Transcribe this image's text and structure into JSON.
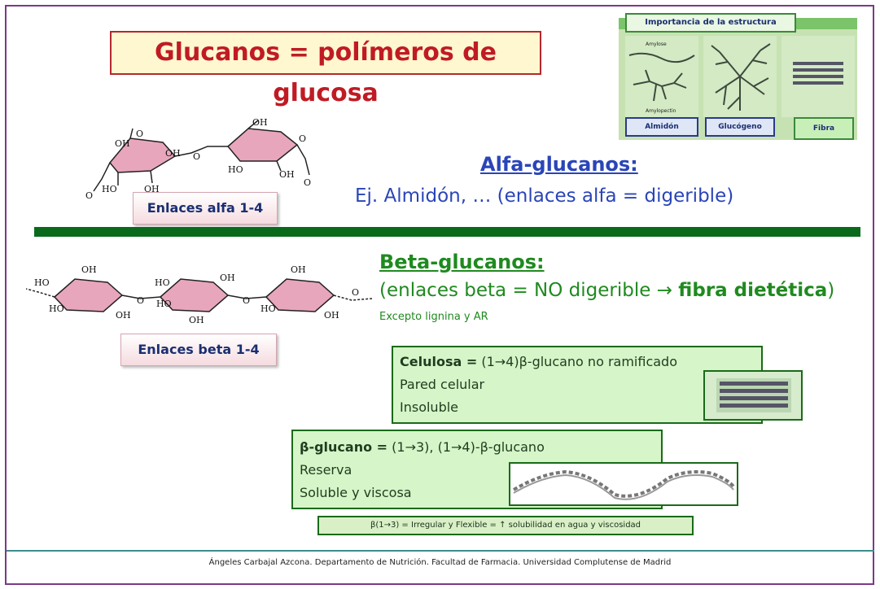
{
  "title": "Glucanos = polímeros de glucosa",
  "alfa": {
    "heading": "Alfa-glucanos:",
    "text": "Ej. Almidón, … (enlaces alfa = digerible)",
    "bond_tag": "Enlaces alfa 1-4"
  },
  "beta": {
    "heading": "Beta-glucanos:",
    "text_main": "(enlaces beta = NO digerible → ",
    "text_bold": "fibra dietética",
    "text_end": ")",
    "subtext": "Excepto lignina y AR",
    "bond_tag": "Enlaces beta 1-4"
  },
  "structure_panel": {
    "title": "Importancia de la estructura",
    "labels": [
      "Almidón",
      "Glucógeno",
      "Fibra"
    ],
    "sub_labels": [
      "Amylose",
      "Amylopectin"
    ]
  },
  "celulosa_box": {
    "bold": "Celulosa =",
    "line1": " (1→4)β-glucano no ramificado",
    "line2": "Pared celular",
    "line3": "Insoluble"
  },
  "bglucano_box": {
    "bold": "β-glucano =",
    "line1": " (1→3), (1→4)-β-glucano",
    "line2": "Reserva",
    "line3": "Soluble y viscosa"
  },
  "note": "β(1→3) = Irregular y Flexible = ↑ solubilidad en agua y viscosidad",
  "molecule_labels": {
    "OH": "OH",
    "HO": "HO",
    "O": "O"
  },
  "footer": "Ángeles Carbajal Azcona. Departamento de Nutrición. Facultad de Farmacia. Universidad Complutense de Madrid",
  "colors": {
    "ring": "#e8a6bd",
    "dark_green": "#0a6a1c",
    "blue": "#2a45b8",
    "green": "#1f8a1f",
    "title_red": "#c01b24"
  }
}
